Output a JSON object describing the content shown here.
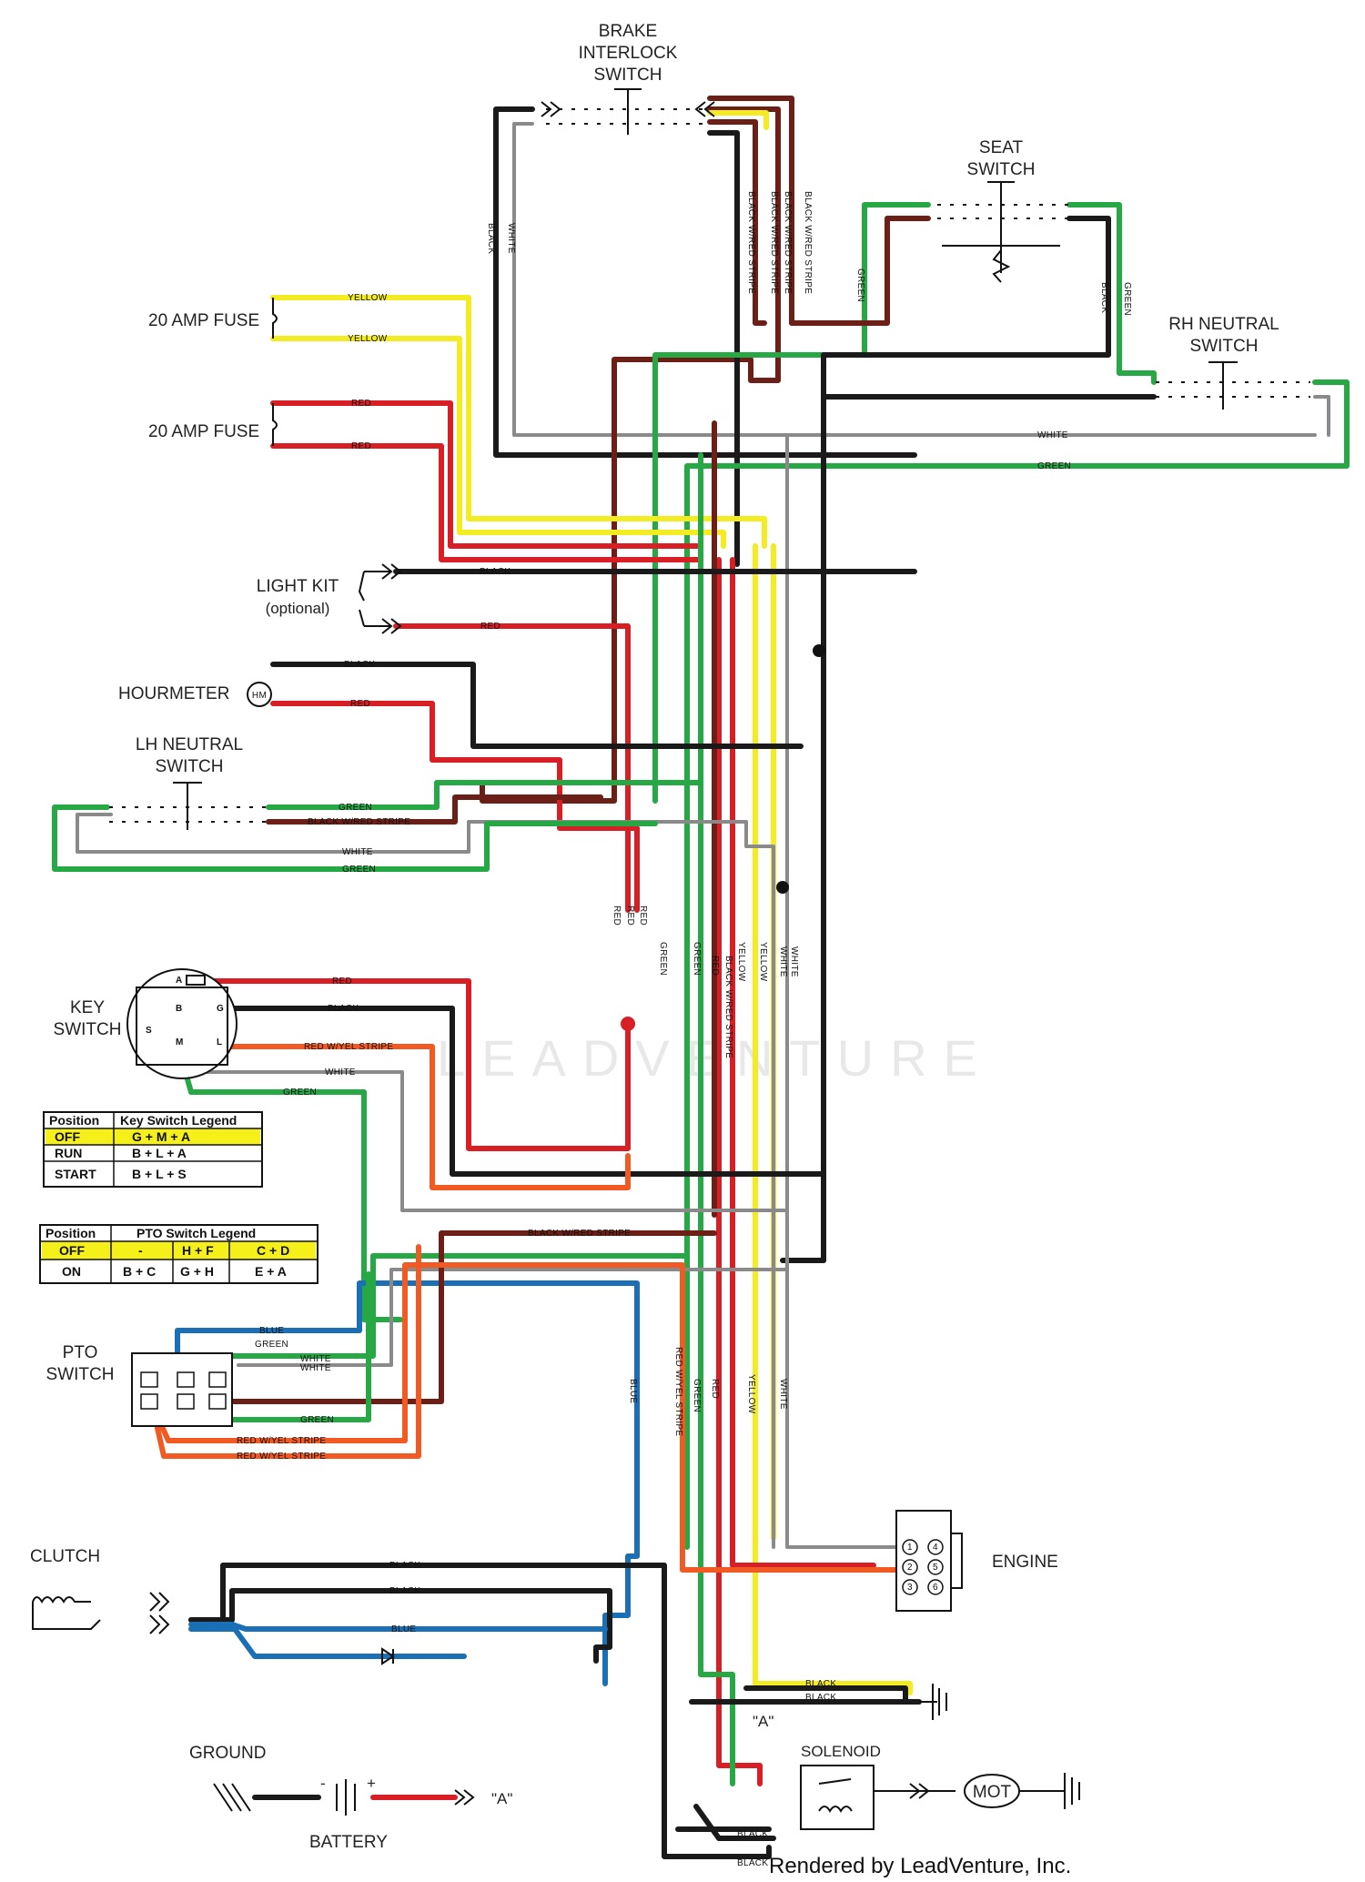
{
  "components": {
    "brake_interlock_switch": [
      "BRAKE",
      "INTERLOCK",
      "SWITCH"
    ],
    "seat_switch": [
      "SEAT",
      "SWITCH"
    ],
    "rh_neutral_switch": [
      "RH NEUTRAL",
      "SWITCH"
    ],
    "fuse_yellow": "20 AMP FUSE",
    "fuse_red": "20 AMP FUSE",
    "light_kit": "LIGHT KIT",
    "light_kit_sub": "(optional)",
    "hourmeter": "HOURMETER",
    "hourmeter_symbol": "HM",
    "lh_neutral_switch": [
      "LH NEUTRAL",
      "SWITCH"
    ],
    "key_switch": [
      "KEY",
      "SWITCH"
    ],
    "pto_switch": [
      "PTO",
      "SWITCH"
    ],
    "clutch": "CLUTCH",
    "engine": "ENGINE",
    "ground": "GROUND",
    "battery": "BATTERY",
    "solenoid": "SOLENOID",
    "motor": "MOT",
    "point_a": "\"A\"",
    "battery_minus": "-",
    "battery_plus": "+"
  },
  "key_terminals": [
    "A",
    "B",
    "G",
    "S",
    "M",
    "L"
  ],
  "wire_labels": {
    "yellow": "YELLOW",
    "red": "RED",
    "black": "BLACK",
    "white": "WHITE",
    "green": "GREEN",
    "blue": "BLUE",
    "black_red": "BLACK W/RED STRIPE",
    "red_yel": "RED W/YEL STRIPE"
  },
  "key_legend": {
    "header": [
      "Position",
      "Key Switch Legend"
    ],
    "rows": [
      {
        "pos": "OFF",
        "val": "G + M + A",
        "highlight": true
      },
      {
        "pos": "RUN",
        "val": "B + L + A",
        "highlight": false
      },
      {
        "pos": "START",
        "val": "B + L + S",
        "highlight": false
      }
    ]
  },
  "pto_legend": {
    "header": [
      "Position",
      "PTO Switch Legend"
    ],
    "rows": [
      {
        "pos": "OFF",
        "vals": [
          "-",
          "H + F",
          "C + D"
        ],
        "highlight": true
      },
      {
        "pos": "ON",
        "vals": [
          "B + C",
          "G + H",
          "E + A"
        ],
        "highlight": false
      }
    ]
  },
  "engine_pins": [
    "1",
    "4",
    "2",
    "5",
    "3",
    "6"
  ],
  "watermark": "LEADVENTURE",
  "footer": "Rendered by LeadVenture, Inc.",
  "colors": {
    "black": "#1a1a1a",
    "red": "#d81f26",
    "yellow": "#f4ec22",
    "green": "#26a844",
    "blue": "#1b6fb5",
    "red_yel_stripe": "#f15a22",
    "black_red_stripe": "#6b1f16",
    "white_wire": "#8a8a8a",
    "legend_highlight": "#f5ef1a"
  }
}
